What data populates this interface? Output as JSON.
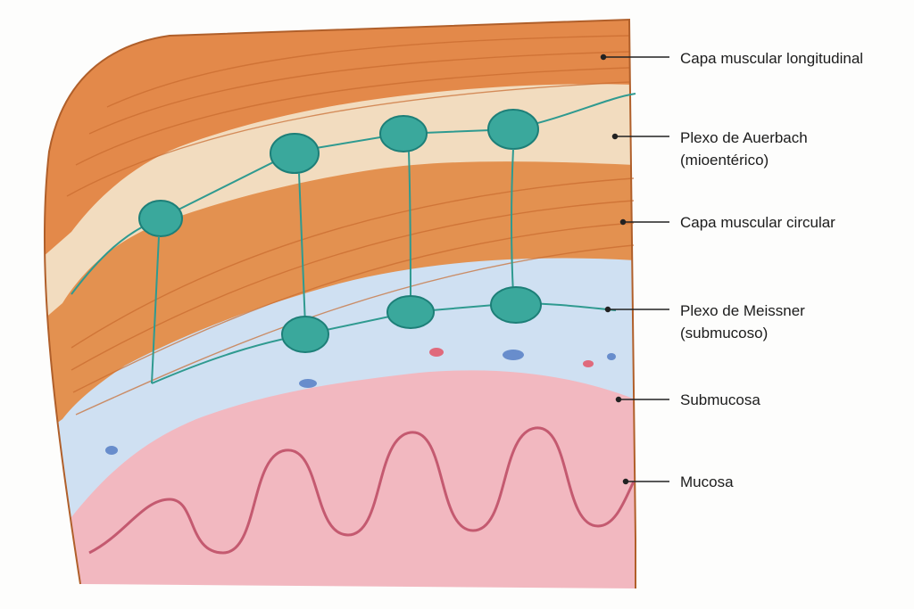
{
  "diagram": {
    "labels": [
      {
        "id": "longitudinal",
        "lines": [
          "Capa muscular longitudinal"
        ]
      },
      {
        "id": "auerbach",
        "lines": [
          "Plexo de Auerbach",
          "(mioentérico)"
        ]
      },
      {
        "id": "circular",
        "lines": [
          "Capa muscular circular"
        ]
      },
      {
        "id": "meissner",
        "lines": [
          "Plexo de Meissner",
          "(submucoso)"
        ]
      },
      {
        "id": "submucosa",
        "lines": [
          "Submucosa"
        ]
      },
      {
        "id": "mucosa",
        "lines": [
          "Mucosa"
        ]
      }
    ]
  },
  "colors": {
    "muscle": "#e3894a",
    "muscle_dark": "#c86a2e",
    "plexus_band": "#f2dcbf",
    "neuron": "#3aa89c",
    "neuron_dark": "#1d7f78",
    "submucosa": "#cfe0f2",
    "submucosa_cell": "#4d78c2",
    "mucosa": "#f2b8c0",
    "mucosa_dark": "#d67a8a",
    "leader": "#222222"
  }
}
